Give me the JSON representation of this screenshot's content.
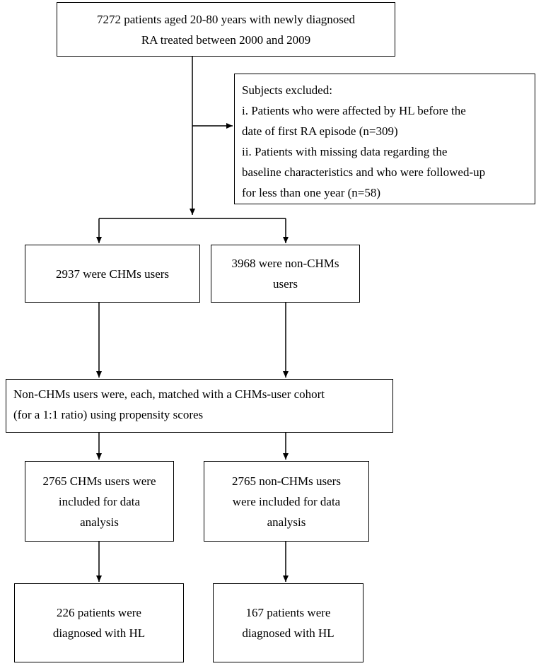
{
  "top_box": {
    "lines": [
      "7272 patients aged 20-80 years with newly diagnosed",
      "RA treated between 2000 and 2009"
    ]
  },
  "excluded_box": {
    "lines": [
      "Subjects excluded:",
      "i. Patients who were affected by HL before the",
      "date of first RA episode (n=309)",
      "ii. Patients with missing data regarding the",
      "baseline characteristics and who were followed-up",
      "for less than one year (n=58)"
    ]
  },
  "chm_users_box": {
    "lines": [
      "2937 were CHMs users"
    ]
  },
  "non_chm_users_box": {
    "lines": [
      "3968 were non-CHMs",
      "users"
    ]
  },
  "matching_box": {
    "lines": [
      "Non-CHMs users were, each, matched with a CHMs-user cohort",
      "(for a 1:1 ratio) using propensity scores"
    ]
  },
  "chm_included_box": {
    "lines": [
      "2765 CHMs users were",
      "included for data",
      "analysis"
    ]
  },
  "non_chm_included_box": {
    "lines": [
      "2765 non-CHMs users",
      "were included for data",
      "analysis"
    ]
  },
  "chm_hl_box": {
    "lines": [
      "226 patients were",
      "diagnosed with HL"
    ]
  },
  "non_chm_hl_box": {
    "lines": [
      "167 patients were",
      "diagnosed with HL"
    ]
  }
}
